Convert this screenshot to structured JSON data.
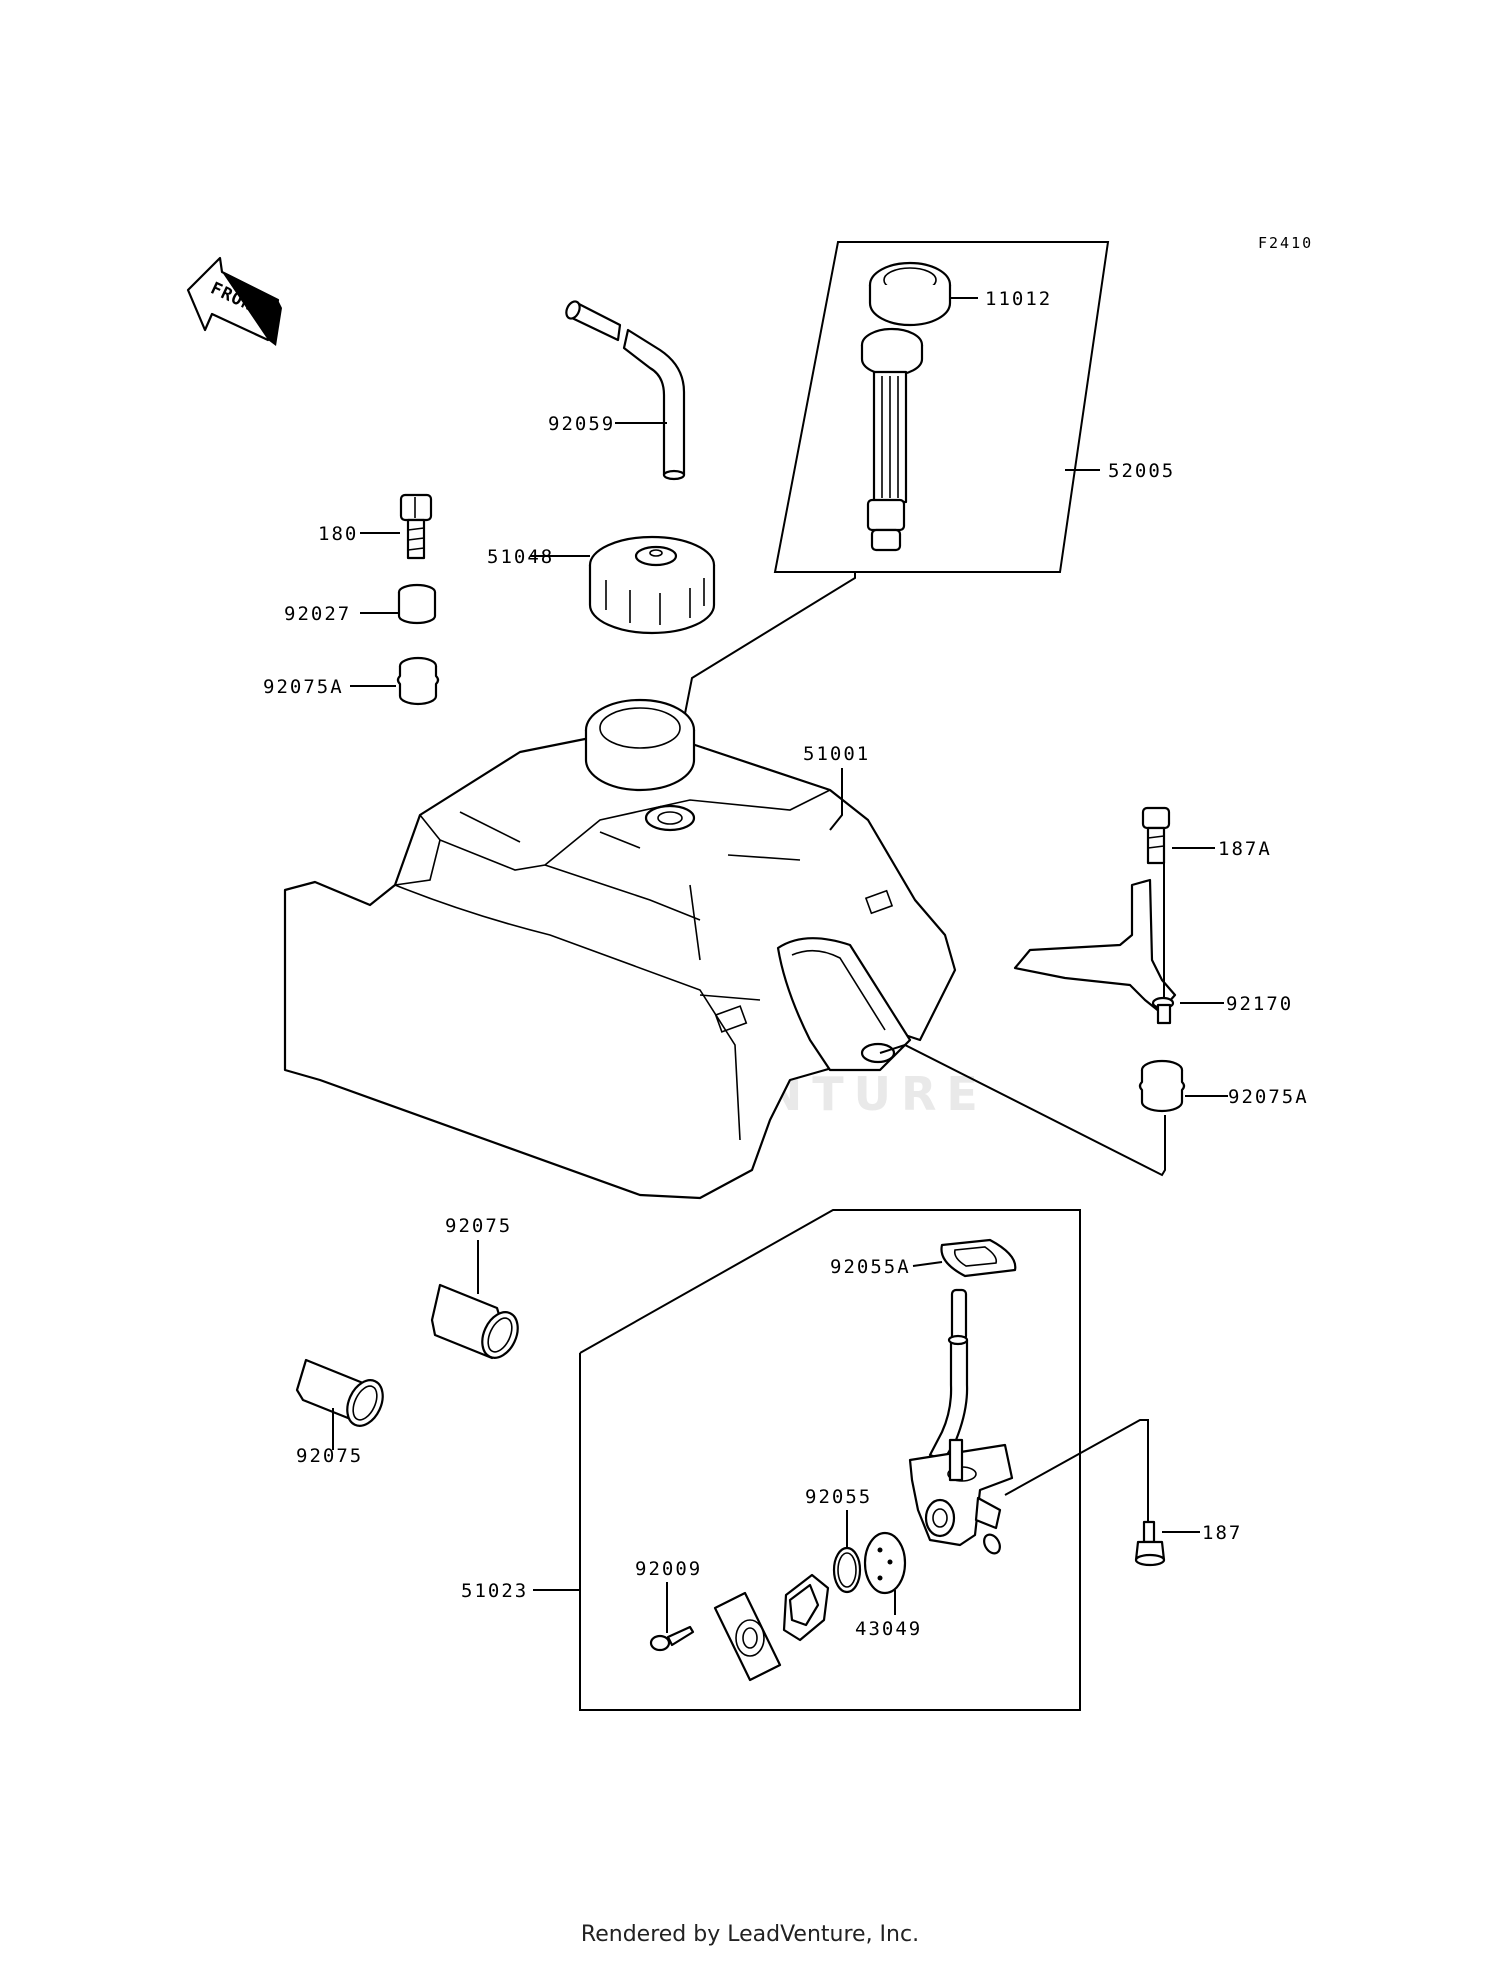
{
  "figure_code": "F2410",
  "front_label": "FRONT",
  "watermark": "LEADVENTURE",
  "footer": "Rendered by LeadVenture, Inc.",
  "callouts": {
    "p11012": "11012",
    "p52005": "52005",
    "p92059": "92059",
    "p180": "180",
    "p51048": "51048",
    "p92027": "92027",
    "p92075A_left": "92075A",
    "p51001": "51001",
    "p187A": "187A",
    "p92170": "92170",
    "p92075A_right": "92075A",
    "p92075_top": "92075",
    "p92075_bottom": "92075",
    "p92055A": "92055A",
    "p92055": "92055",
    "p187": "187",
    "p92009": "92009",
    "p51023": "51023",
    "p43049": "43049"
  }
}
